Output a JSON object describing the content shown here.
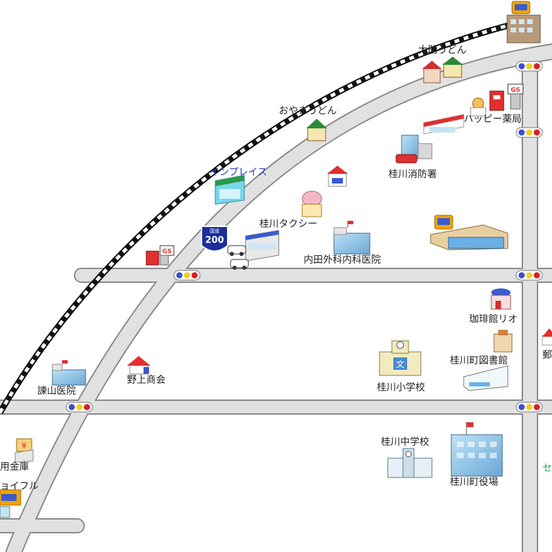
{
  "map": {
    "labels": {
      "daisuke_udon": "大助うどん",
      "oyama_udon": "おやまうどん",
      "happy_pharmacy": "ハッピー薬局",
      "inplace": "インプレイス",
      "fire_station": "桂川消防署",
      "taxi": "桂川タクシー",
      "uchida_clinic": "内田外科内科医院",
      "cafe_rio": "珈琲館リオ",
      "library": "桂川町図書館",
      "isayama_clinic": "諫山医院",
      "nogami_shokai": "野上商会",
      "elementary_school": "桂川小学校",
      "junior_high_school": "桂川中学校",
      "town_office": "桂川町役場",
      "credit_union": "用金庫",
      "joyful": "ョイフル",
      "post_office_partial": "郵",
      "edge_partial_green": "セ"
    },
    "route_sign": {
      "top_text": "国道",
      "number": "200"
    },
    "icon_text": {
      "gas_station": "GS",
      "elementary_school": "文",
      "credit_union": "¥"
    },
    "colors": {
      "road_fill": "#e1e1e1",
      "road_edge": "#8a8a8a",
      "rail_black": "#111111",
      "route_sign_blue": "#1a2f9a",
      "traffic_red": "#d92020",
      "traffic_yellow": "#f0d020",
      "traffic_blue": "#3a4fd0",
      "label_blue": "#2a36c9",
      "label_green": "#2ea84a"
    }
  }
}
